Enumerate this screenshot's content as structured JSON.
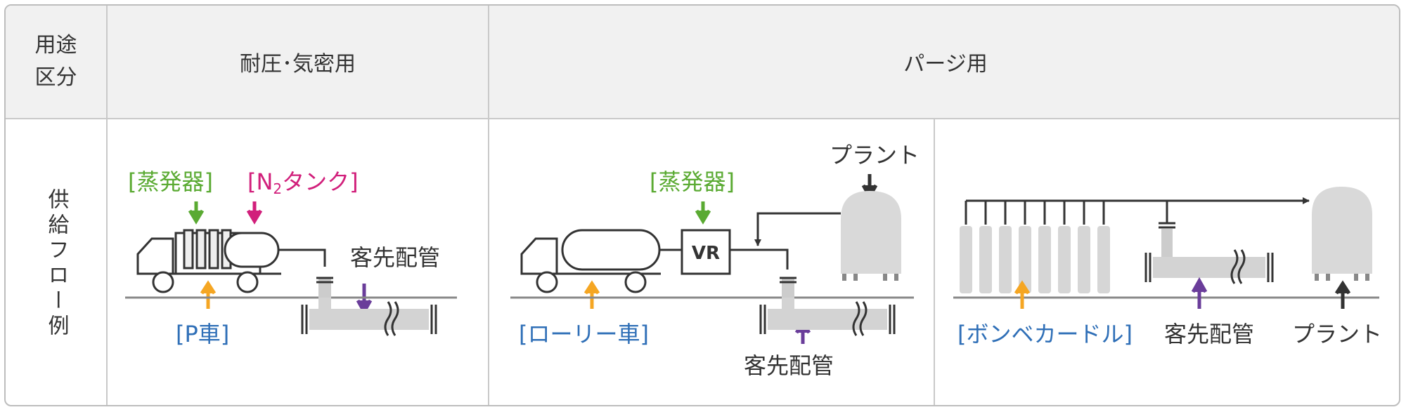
{
  "header": {
    "col0": "用途\n区分",
    "col1": "耐圧･気密用",
    "col2": "パージ用"
  },
  "row": {
    "label": "供給フロー例"
  },
  "diagram1": {
    "evaporator": "[蒸発器]",
    "n2tank_open": "[N",
    "n2tank_sub": "2",
    "n2tank_close": "タンク]",
    "piping": "客先配管",
    "truck": "[P車]"
  },
  "diagram2": {
    "evaporator": "[蒸発器]",
    "vr": "VR",
    "plant": "プラント",
    "truck": "[ローリー車]",
    "piping": "客先配管"
  },
  "diagram3": {
    "cylinders": "[ボンベカードル]",
    "piping": "客先配管",
    "plant": "プラント"
  },
  "colors": {
    "green": "#5aaa32",
    "magenta": "#d11f7b",
    "blue": "#2f6fb7",
    "orange": "#f5a623",
    "purple": "#6a3d9a",
    "dark": "#333333",
    "gray": "#d3d3d3"
  }
}
